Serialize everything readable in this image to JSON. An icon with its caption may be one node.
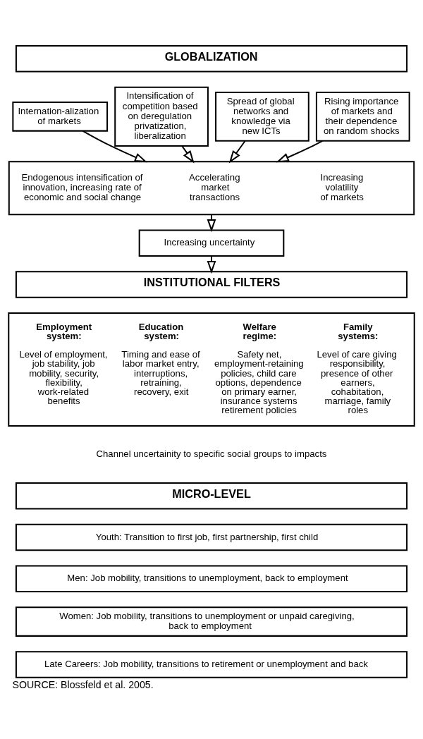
{
  "diagram": {
    "caption": "SOURCE: Blossfeld et al. 2005.",
    "nodes": [
      {
        "text": [
          "GLOBALIZATION"
        ]
      },
      {
        "text": [
          "Internation-alization of markets"
        ]
      },
      {
        "text": [
          "Intensification of competition based on deregulation privatization, liberalization"
        ]
      },
      {
        "text": [
          "Spread of global networks and knowledge via new ICTs"
        ]
      },
      {
        "text": [
          "Rising importance of markets and their dependence on random shocks"
        ]
      },
      {
        "text": [
          "Endogenous intensification of innovation, increasing rate of economic and social change",
          "Accelerating market transactions",
          "Increasing volatility of markets"
        ]
      },
      {
        "text": [
          "Increasing uncertainty"
        ]
      },
      {
        "text": [
          "INSTITUTIONAL FILTERS"
        ]
      },
      {
        "text": [
          "Employment system:",
          "Level of employment, job stability, job mobility, security, flexibility, work-related benefits",
          "Education system:",
          "Timing and ease of labor market entry, interruptions, retraining, recovery, exit",
          "Welfare regime:",
          "Safety net, employment-retaining policies, child care options, dependence on primary earner, insurance systems retirement policies",
          "Family systems:",
          "Level of care giving responsibility, presence of other earners, cohabitation, marriage, family roles"
        ]
      },
      {
        "text": [
          "MICRO-LEVEL"
        ]
      },
      {
        "text": [
          "Youth: Transition to first job, first partnership, first child"
        ]
      },
      {
        "text": [
          "Men: Job mobility, transitions to unemployment, back to employment"
        ]
      },
      {
        "text": [
          "Women: Job mobility, transitions to unemployment or unpaid caregiving, back to employment"
        ]
      },
      {
        "text": [
          "Late Careers: Job mobility, transitions to retirement or unemployment and back"
        ]
      }
    ],
    "edges": [
      {
        "from": 1,
        "to": 5,
        "arrow": "to"
      },
      {
        "from": 2,
        "to": 5,
        "arrow": "to"
      },
      {
        "from": 3,
        "to": 5,
        "arrow": "to"
      },
      {
        "from": 4,
        "to": 5,
        "arrow": "to"
      },
      {
        "from": 5,
        "to": 6,
        "arrow": "to"
      },
      {
        "from": 6,
        "to": 7,
        "arrow": "to"
      }
    ],
    "labels": [
      "Channel uncertainity to specific social groups to impacts"
    ]
  }
}
